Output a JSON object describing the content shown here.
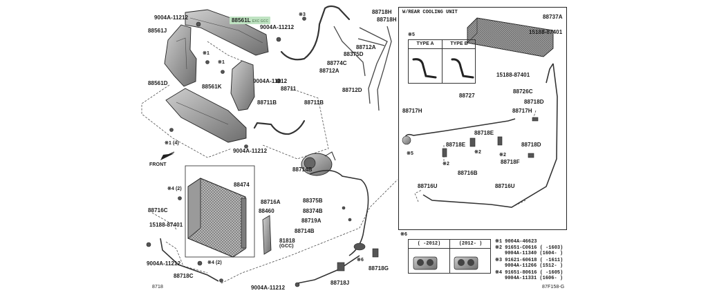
{
  "diagram": {
    "figure_code": "87F158-G",
    "page_ref": "8718",
    "front_label": "FRONT",
    "highlighted_part": {
      "number": "88561L",
      "note": "EXC GCC"
    },
    "labels": {
      "p9004a_11212_a": "9004A-11212",
      "p88561j": "88561J",
      "p88561d": "88561D",
      "p88561k": "88561K",
      "p9004a_11212_b": "9004A-11212",
      "p9004a_11212_c": "9004A-11212",
      "p9004a_11212_d": "9004A-11212",
      "p9004a_11212_e": "9004A-11212",
      "p9004a_11212_f": "9004A-11212",
      "s3a": "※3",
      "s1a": "※1",
      "s1b": "※1",
      "s1_4": "※1 (4)",
      "p88718h_a": "88718H",
      "p88718h_b": "88718H",
      "p88712a_a": "88712A",
      "p88375d": "88375D",
      "p88774c": "88774C",
      "p88712a_b": "88712A",
      "p88712d": "88712D",
      "p88711": "88711",
      "p88711b_a": "88711B",
      "p88711b_b": "88711B",
      "p88474": "88474",
      "s4_2a": "※4 (2)",
      "p88716c": "88716C",
      "p15188_87401_a": "15188-87401",
      "p88460": "88460",
      "p88716a": "88716A",
      "p81818": "81818",
      "gcc": "(GCC)",
      "s4_2b": "※4 (2)",
      "p88718c": "88718C",
      "p88714b_a": "88714B",
      "p88375b": "88375B",
      "p88374b": "88374B",
      "p88719a": "88719A",
      "p88714b_b": "88714B",
      "s6a": "※6",
      "p88718g": "88718G",
      "p88718j": "88718J"
    },
    "rear_unit": {
      "title": "W/REAR COOLING UNIT",
      "labels": {
        "p88737a": "88737A",
        "p15188_87401_b": "15188-87401",
        "p15188_87401_c": "15188-87401",
        "p88726c": "88726C",
        "p88718d_a": "88718D",
        "p88718d_b": "88718D",
        "p88727": "88727",
        "p88717h_a": "88717H",
        "p88717h_b": "88717H",
        "p88718e_a": "88718E",
        "p88718e_b": "88718E",
        "p88718f": "88718F",
        "s5": "※5",
        "s2a": "※2",
        "s2b": "※2",
        "s2c": "※2",
        "p88716b": "88716B",
        "p88716u_a": "88716U",
        "p88716u_b": "88716U"
      },
      "type_box": {
        "note": "※5",
        "type_a": "TYPE A",
        "type_b": "TYPE B"
      }
    },
    "fitting_box": {
      "note": "※6",
      "col_1": "(   -2012)",
      "col_2": "(2012-    )"
    },
    "legend": [
      {
        "mark": "※1",
        "part": "9004A-46623",
        "range": ""
      },
      {
        "mark": "※2",
        "part": "91651-C0616",
        "range": "(      -1603)"
      },
      {
        "mark": "",
        "part": "9004A-11340",
        "range": "(1604-      )"
      },
      {
        "mark": "※3",
        "part": "91621-60618",
        "range": "(      -1611)"
      },
      {
        "mark": "",
        "part": "9004A-11266",
        "range": "(1512-      )"
      },
      {
        "mark": "※4",
        "part": "91651-80616",
        "range": "(      -1605)"
      },
      {
        "mark": "",
        "part": "9004A-11331",
        "range": "(1606-      )"
      }
    ],
    "colors": {
      "highlight": "#bfe3c2",
      "line": "#222222",
      "part_fill": "#8a8a8a"
    }
  }
}
